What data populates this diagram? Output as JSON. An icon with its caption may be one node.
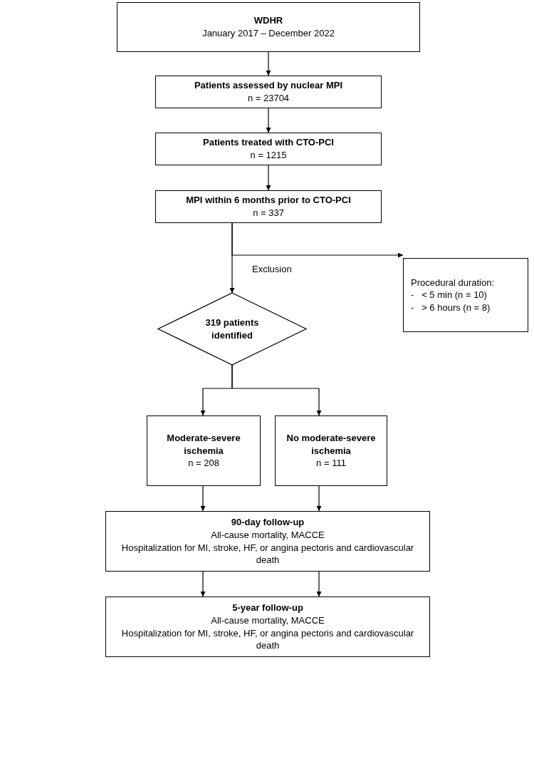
{
  "diagram": {
    "nodes": [
      {
        "text": [
          "WDHR",
          "January 2017 – December 2022"
        ]
      },
      {
        "text": [
          "Patients assessed by nuclear MPI",
          "n = 23704"
        ]
      },
      {
        "text": [
          "Patients treated with CTO-PCI",
          "n = 1215"
        ]
      },
      {
        "text": [
          "MPI within 6 months prior to CTO-PCI",
          "n = 337"
        ]
      },
      {
        "text": [
          "Procedural duration:",
          "-   < 5 min (n = 10)",
          "-   > 6 hours (n = 8)"
        ]
      },
      {
        "text": [
          "319 patients identified"
        ]
      },
      {
        "text": [
          "Moderate-severe ischemia",
          "n = 208"
        ]
      },
      {
        "text": [
          "No moderate-severe ischemia",
          "n = 111"
        ]
      },
      {
        "text": [
          "90-day follow-up",
          "All-cause mortality, MACCE",
          "Hospitalization for MI, stroke, HF, or angina pectoris and cardiovascular death"
        ]
      },
      {
        "text": [
          "5-year follow-up",
          "All-cause mortality, MACCE",
          "Hospitalization for MI, stroke, HF, or angina pectoris and cardiovascular death"
        ]
      }
    ],
    "edges": [
      {
        "from": 0,
        "to": 1,
        "arrow": "to"
      },
      {
        "from": 1,
        "to": 2,
        "arrow": "to"
      },
      {
        "from": 2,
        "to": 3,
        "arrow": "to"
      },
      {
        "from": 3,
        "to": 4,
        "arrow": "to",
        "label": "Exclusion"
      },
      {
        "from": 3,
        "to": 5,
        "arrow": "to"
      },
      {
        "from": 5,
        "to": 6,
        "arrow": "to"
      },
      {
        "from": 5,
        "to": 7,
        "arrow": "to"
      },
      {
        "from": 6,
        "to": 8,
        "arrow": "to"
      },
      {
        "from": 7,
        "to": 8,
        "arrow": "to"
      },
      {
        "from": 8,
        "to": 9,
        "arrow": "to"
      },
      {
        "from": 8,
        "to": 9,
        "arrow": "to"
      }
    ]
  }
}
